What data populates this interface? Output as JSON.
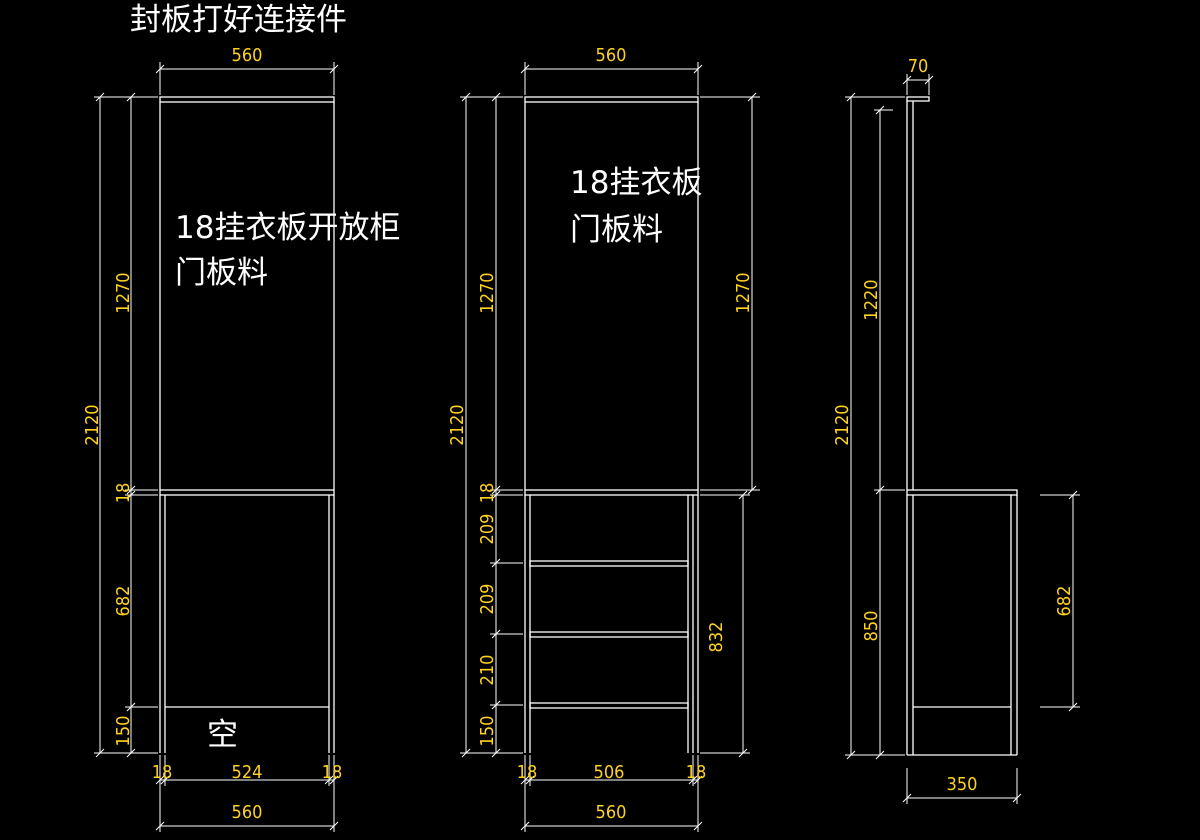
{
  "notes": {
    "title": "封板打好连接件",
    "left_label_1": "18挂衣板开放柜",
    "left_label_2": "门板料",
    "mid_label_1": "18挂衣板",
    "mid_label_2": "门板料",
    "empty": "空"
  },
  "dimensions": {
    "left_top_width": "560",
    "left_total_height": "2120",
    "left_upper_height": "1270",
    "left_shelf": "18",
    "left_lower_height": "682",
    "left_base": "150",
    "left_side_l": "18",
    "left_inner": "524",
    "left_side_r": "18",
    "left_bottom_width": "560",
    "mid_top_width": "560",
    "mid_total_height": "2120",
    "mid_upper_height": "1270",
    "mid_shelf": "18",
    "mid_gap1": "209",
    "mid_gap2": "209",
    "mid_gap3": "210",
    "mid_base": "150",
    "mid_upper_right": "1270",
    "mid_lower_right": "832",
    "mid_side_l": "18",
    "mid_inner": "506",
    "mid_side_r": "18",
    "mid_bottom_width": "560",
    "right_top": "70",
    "right_total_height": "2120",
    "right_upper_height": "1220",
    "right_lower_height": "850",
    "right_cab_height": "682",
    "right_depth": "350"
  },
  "colors": {
    "background": "#000000",
    "lines": "#ffffff",
    "dimension_text": "#ffd21f"
  }
}
